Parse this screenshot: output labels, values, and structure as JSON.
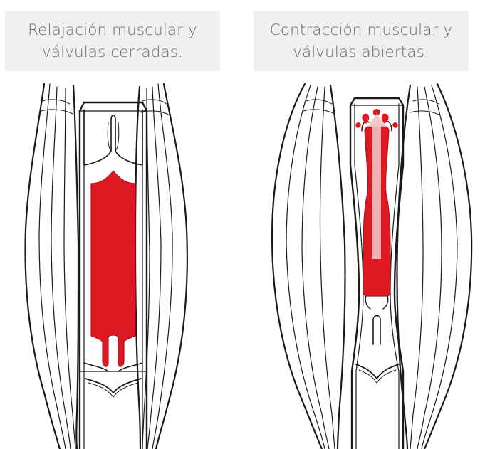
{
  "captions": {
    "left": [
      "Relajación muscular y",
      "válvulas cerradas."
    ],
    "right": [
      "Contracción muscular y",
      "válvulas abiertas."
    ]
  },
  "colors": {
    "blood": "#dd1a22",
    "caption_bg": "#f0f0f0",
    "caption_text": "#6e6e6e",
    "outline": "#1a1a1a",
    "arrow": "#f2c4c4"
  }
}
